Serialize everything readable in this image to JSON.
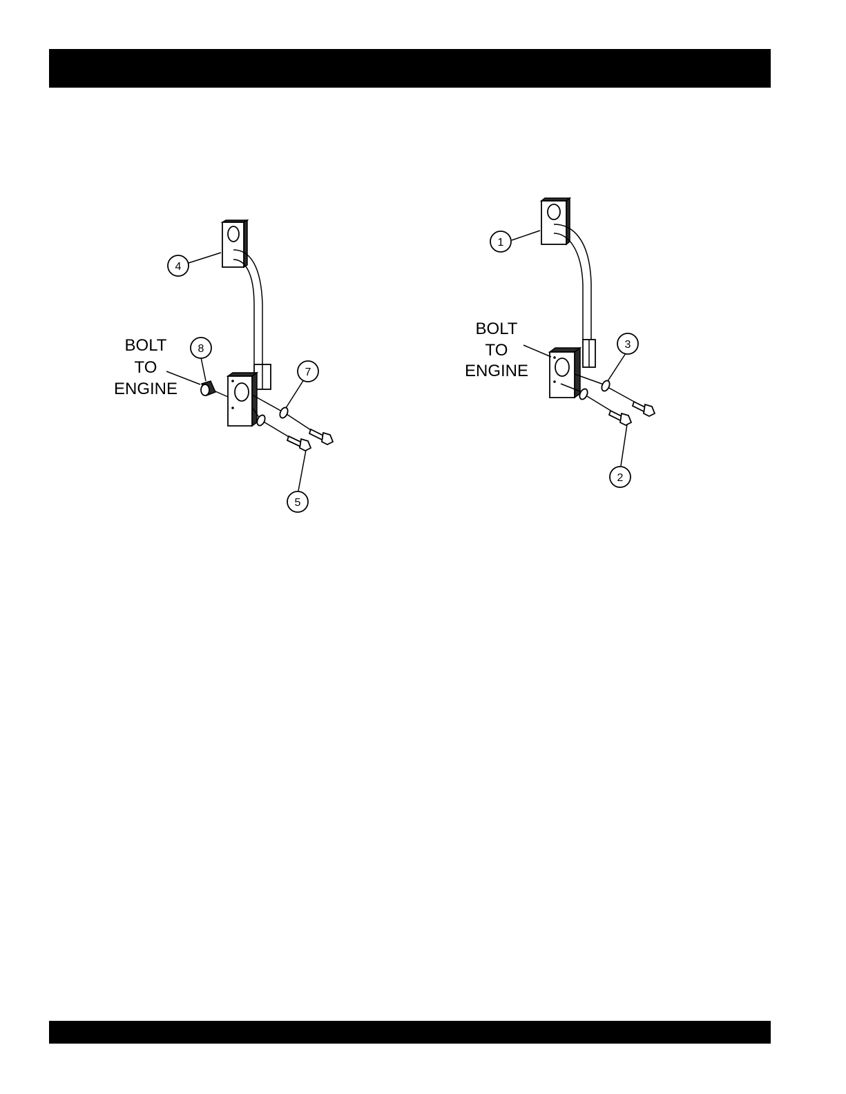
{
  "header_bar": {
    "color": "#000000"
  },
  "footer_bar": {
    "color": "#000000"
  },
  "left_assembly": {
    "note": [
      "BOLT",
      "TO",
      "ENGINE"
    ],
    "callouts": {
      "c4": "4",
      "c8": "8",
      "c7": "7",
      "c5": "5"
    }
  },
  "right_assembly": {
    "note": [
      "BOLT",
      "TO",
      "ENGINE"
    ],
    "callouts": {
      "c1": "1",
      "c3": "3",
      "c2": "2"
    }
  }
}
